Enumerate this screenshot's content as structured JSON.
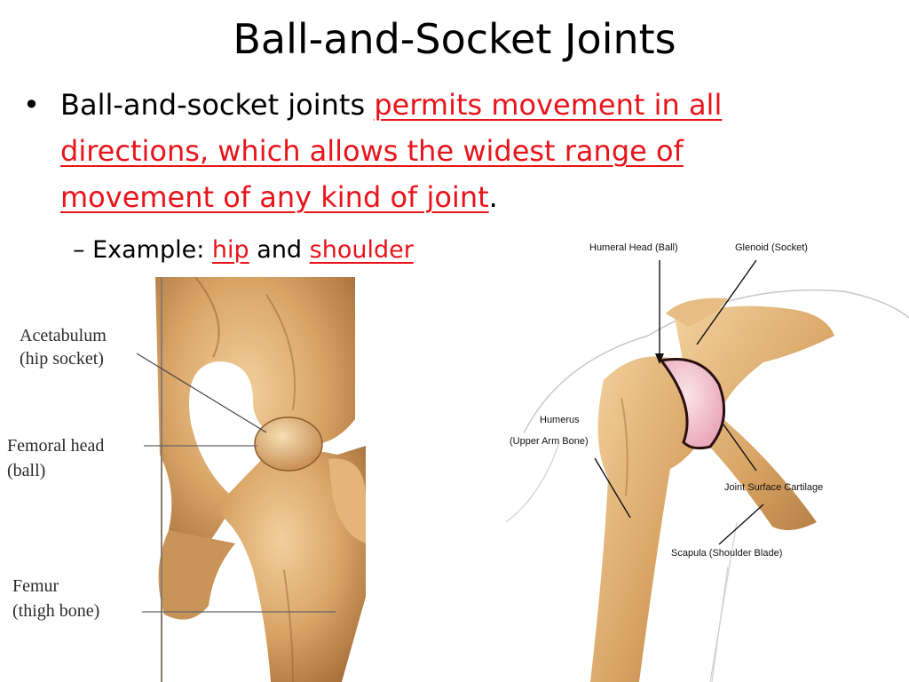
{
  "slide": {
    "title": "Ball-and-Socket Joints",
    "bullet": {
      "lead": "Ball-and-socket joints ",
      "emphasis": "permits movement in all directions, which allows the widest range of movement of any kind of joint",
      "trail": "."
    },
    "sub_bullet": {
      "dash": "–",
      "lead": "Example: ",
      "item1": "hip",
      "joiner": " and ",
      "item2": "shoulder"
    },
    "accent_color": "#e8141b"
  },
  "hip_figure": {
    "labels": {
      "acetabulum_1": "Acetabulum",
      "acetabulum_2": "(hip socket)",
      "femoral_head_1": "Femoral head",
      "femoral_head_2": "(ball)",
      "femur_1": "Femur",
      "femur_2": "(thigh bone)"
    }
  },
  "shoulder_figure": {
    "labels": {
      "humeral_head": "Humeral Head (Ball)",
      "glenoid": "Glenoid (Socket)",
      "humerus_1": "Humerus",
      "humerus_2": "(Upper Arm Bone)",
      "cartilage": "Joint Surface Cartilage",
      "scapula": "Scapula (Shoulder Blade)"
    }
  }
}
